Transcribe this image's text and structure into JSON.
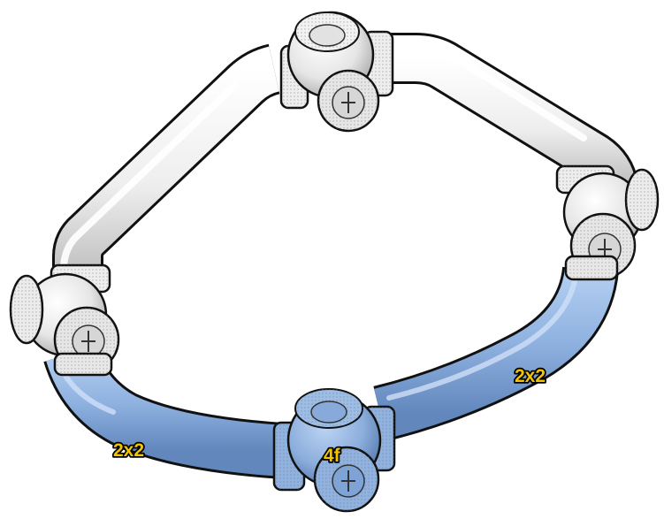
{
  "scene": {
    "labels": {
      "tube_right": "2x2",
      "tube_left": "2x2",
      "joint_bottom": "4f"
    },
    "colors": {
      "white_part": "#f4f4f4",
      "white_shade": "#bdbdbd",
      "blue_part": "#90b4e2",
      "blue_shade": "#5f86bd",
      "outline": "#111111",
      "label_fill": "#f2c400"
    }
  }
}
